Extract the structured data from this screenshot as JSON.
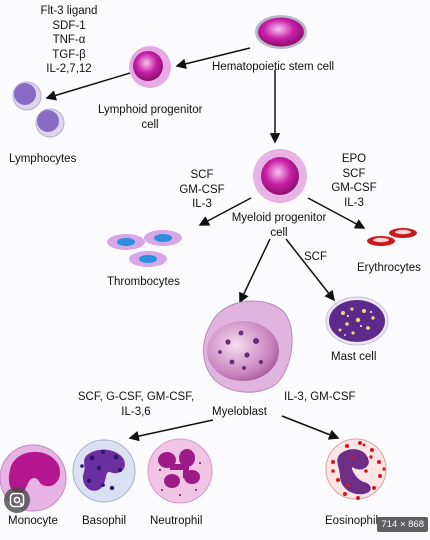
{
  "labels": {
    "stem_cell": "Hematopoietic stem cell",
    "lymphoid_progenitor": [
      "Lymphoid progenitor",
      "cell"
    ],
    "lymphocytes": "Lymphocytes",
    "myeloid_progenitor": [
      "Myeloid progenitor",
      "cell"
    ],
    "thrombocytes": "Thrombocytes",
    "erythrocytes": "Erythrocytes",
    "mast_cell": "Mast cell",
    "myeloblast": "Myeloblast",
    "monocyte": "Monocyte",
    "basophil": "Basophil",
    "neutrophil": "Neutrophil",
    "eosinophil": "Eosinophil"
  },
  "factors": {
    "lymphoid": [
      "Flt-3 ligand",
      "SDF-1",
      "TNF-α",
      "TGF-β",
      "IL-2,7,12"
    ],
    "thrombocyte": [
      "SCF",
      "GM-CSF",
      "IL-3"
    ],
    "erythrocyte": [
      "EPO",
      "SCF",
      "GM-CSF",
      "IL-3"
    ],
    "mast": "SCF",
    "granulocyte": [
      "SCF, G-CSF, GM-CSF,",
      "IL-3,6"
    ],
    "eosinophil": "IL-3, GM-CSF"
  },
  "overlay": {
    "lens_icon": "google-lens-icon",
    "size_badge": "714 × 868"
  },
  "colors": {
    "cytoplasm_pink": "#e8b8e6",
    "nucleus_magenta": "#b4168f",
    "lymphocyte_violet": "#8a6bc4",
    "platelet_blue": "#2b8fe0",
    "erythrocyte_red": "#c8191d",
    "mast_purple": "#5b2a8a",
    "eosinophil_red": "#d01a1a"
  }
}
